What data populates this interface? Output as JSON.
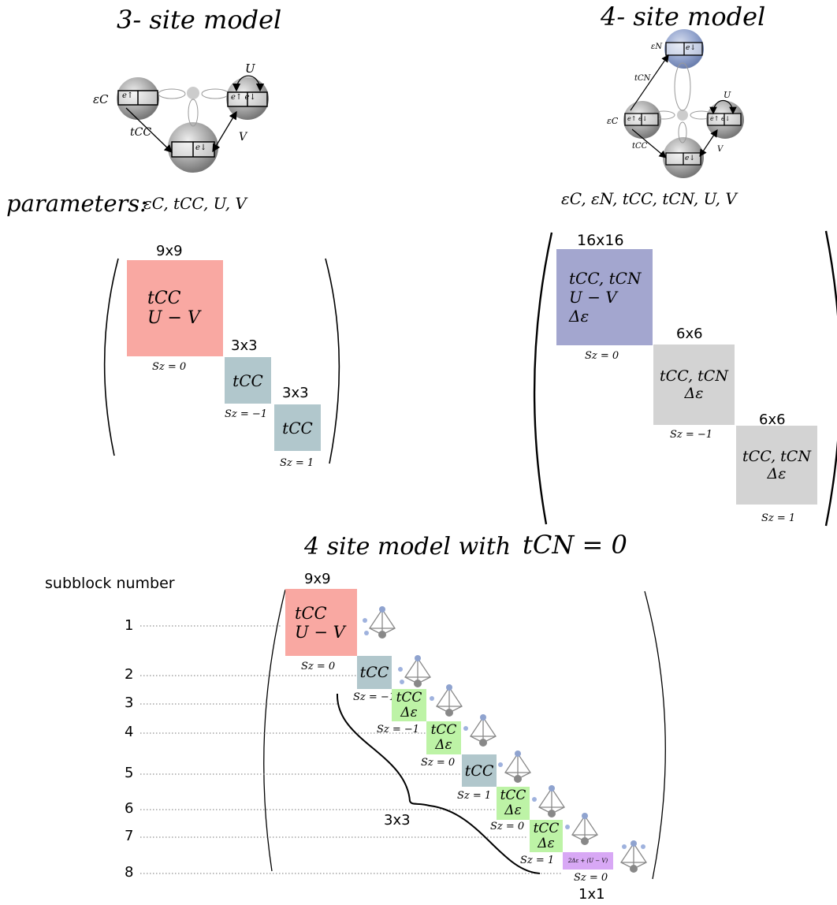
{
  "top_left": {
    "title": "3- site model",
    "params_label": "parameters:",
    "params_math": "εC, tCC, U, V",
    "mol_labels": {
      "eps": "εC",
      "t": "tCC",
      "u": "U",
      "v": "V"
    },
    "spins": {
      "c1": "e↑",
      "c2": "e↑ e↓",
      "c3": "e↓"
    },
    "blocks": [
      {
        "size": "9x9",
        "lines": [
          "tCC",
          "U − V"
        ],
        "sz": "Sz = 0",
        "color": "#f9a8a2"
      },
      {
        "size": "3x3",
        "lines": [
          "tCC"
        ],
        "sz": "Sz = −1",
        "color": "#b1c7cc"
      },
      {
        "size": "3x3",
        "lines": [
          "tCC"
        ],
        "sz": "Sz = 1",
        "color": "#b1c7cc"
      }
    ]
  },
  "top_right": {
    "title": "4- site model",
    "params_math": "εC, εN, tCC, tCN, U, V",
    "mol_labels": {
      "eps_n": "εN",
      "t_cn": "tCN",
      "eps_c": "εC",
      "t_cc": "tCC",
      "u": "U",
      "v": "V"
    },
    "spins": {
      "n": "e↓",
      "c1": "e↑ e↓",
      "c2": "e↑ e↓",
      "c3": "e↓"
    },
    "blocks": [
      {
        "size": "16x16",
        "lines": [
          "tCC, tCN",
          "U − V",
          "Δε"
        ],
        "sz": "Sz = 0",
        "color": "#a3a6cf"
      },
      {
        "size": "6x6",
        "lines": [
          "tCC, tCN",
          "Δε"
        ],
        "sz": "Sz = −1",
        "color": "#d3d3d3"
      },
      {
        "size": "6x6",
        "lines": [
          "tCC, tCN",
          "Δε"
        ],
        "sz": "Sz = 1",
        "color": "#d3d3d3"
      }
    ]
  },
  "bottom": {
    "title": "4 site model with",
    "title_math": "tCN = 0",
    "subblock_header": "subblock number",
    "row_numbers": [
      "1",
      "2",
      "3",
      "4",
      "5",
      "6",
      "7",
      "8"
    ],
    "size_top": "9x9",
    "size_brace": "3x3",
    "size_bottom": "1x1",
    "blocks": [
      {
        "lines": [
          "tCC",
          "U − V"
        ],
        "sz": "Sz = 0",
        "color": "#f9a8a2"
      },
      {
        "lines": [
          "tCC"
        ],
        "sz": "Sz = −1",
        "color": "#b1c7cc"
      },
      {
        "lines": [
          "tCC",
          "Δε"
        ],
        "sz": "Sz = −1",
        "color": "#bdf3a6"
      },
      {
        "lines": [
          "tCC",
          "Δε"
        ],
        "sz": "Sz = 0",
        "color": "#bdf3a6"
      },
      {
        "lines": [
          "tCC"
        ],
        "sz": "Sz = 1",
        "color": "#b1c7cc"
      },
      {
        "lines": [
          "tCC",
          "Δε"
        ],
        "sz": "Sz = 0",
        "color": "#bdf3a6"
      },
      {
        "lines": [
          "tCC",
          "Δε"
        ],
        "sz": "Sz = 1",
        "color": "#bdf3a6"
      },
      {
        "lines": [
          "2Δε + (U − V)"
        ],
        "sz": "Sz = 0",
        "color": "#d8a8f5"
      }
    ]
  }
}
